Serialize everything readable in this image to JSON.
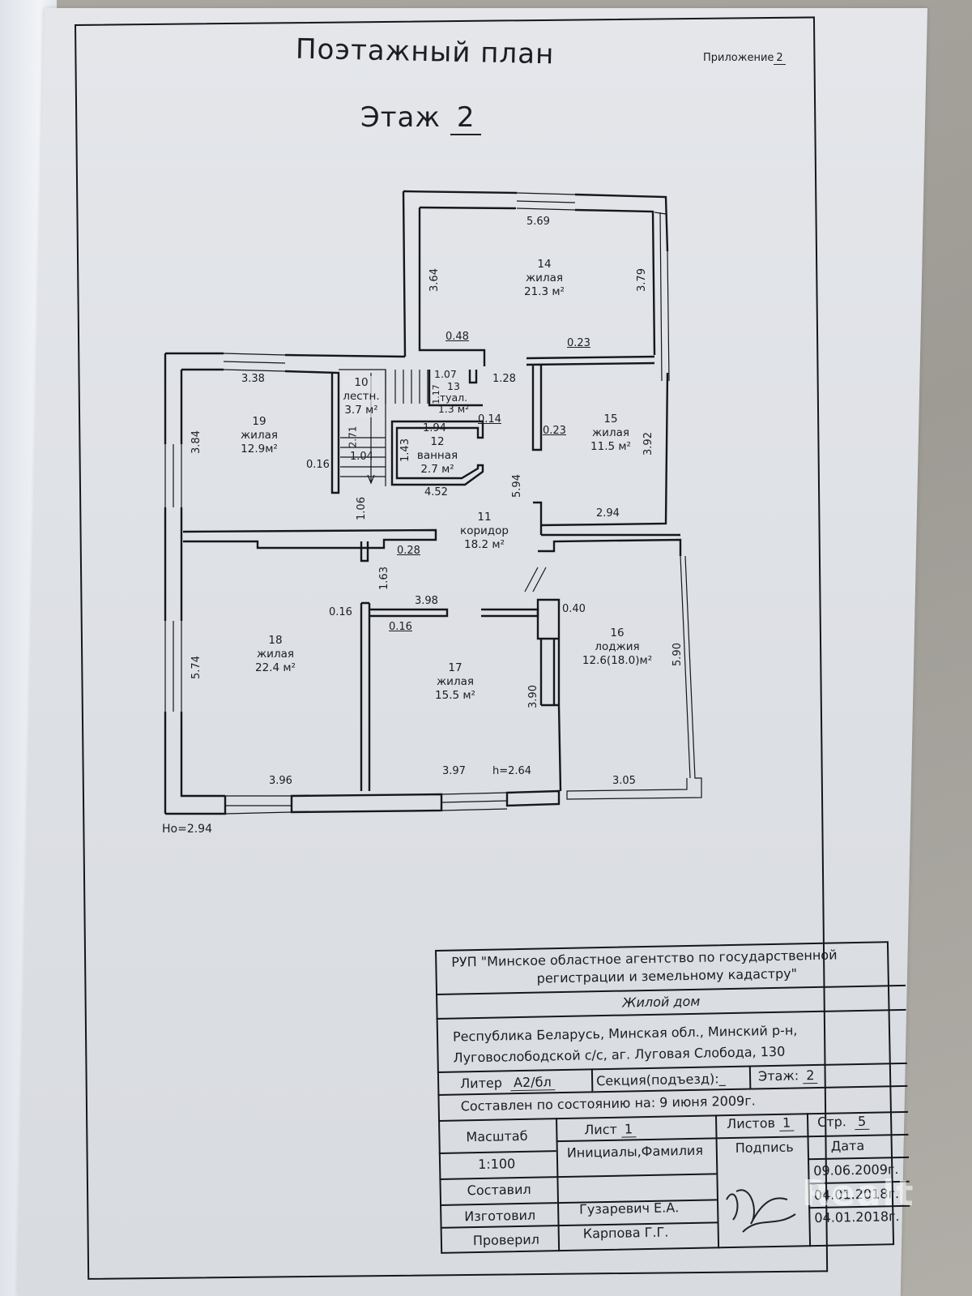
{
  "header": {
    "title": "Поэтажный план",
    "floor_label": "Этаж",
    "floor_number": "2",
    "appendix_label": "Приложение",
    "appendix_number": "2"
  },
  "plan": {
    "rooms": [
      {
        "num": "10",
        "name": "лестн.",
        "area": "3.7 м²"
      },
      {
        "num": "11",
        "name": "коридор",
        "area": "18.2 м²"
      },
      {
        "num": "12",
        "name": "ванная",
        "area": "2.7 м²"
      },
      {
        "num": "13",
        "name": "туал.",
        "area": "1.3 м²"
      },
      {
        "num": "14",
        "name": "жилая",
        "area": "21.3 м²"
      },
      {
        "num": "15",
        "name": "жилая",
        "area": "11.5 м²"
      },
      {
        "num": "16",
        "name": "лоджия",
        "area": "12.6(18.0)м²"
      },
      {
        "num": "17",
        "name": "жилая",
        "area": "15.5 м²"
      },
      {
        "num": "18",
        "name": "жилая",
        "area": "22.4 м²"
      },
      {
        "num": "19",
        "name": "жилая",
        "area": "12.9м²"
      }
    ],
    "dimensions": {
      "r14_width": "5.69",
      "r14_left": "3.64",
      "r14_right": "3.79",
      "wall_048": "0.48",
      "wall_023_top": "0.23",
      "r19_width": "3.38",
      "r19_height": "3.84",
      "wall_016_r19": "0.16",
      "stair_271": "2.71",
      "stair_104": "1.04",
      "toilet_107": "1.07",
      "toilet_117": "1.17",
      "corr_128": "1.28",
      "bath_194": "1.94",
      "bath_143": "1.43",
      "wall_014": "0.14",
      "corr_452": "4.52",
      "corr_594": "5.94",
      "corr_106": "1.06",
      "wall_023_r15": "0.23",
      "r15_height": "3.92",
      "r15_width": "2.94",
      "wall_028": "0.28",
      "corr_163": "1.63",
      "wall_016_a": "0.16",
      "wall_016_b": "0.16",
      "r17_width_top": "3.98",
      "wall_040": "0.40",
      "r18_height": "5.74",
      "r18_width": "3.96",
      "r17_width": "3.97",
      "r17_height": "3.90",
      "ceiling_h": "h=2.64",
      "r16_height": "5.90",
      "r16_width": "3.05"
    },
    "ground_height": "Hо=2.94"
  },
  "title_block": {
    "org_line1": "РУП \"Минское областное агентство по государственной",
    "org_line2": "регистрации и земельному кадастру\"",
    "object": "Жилой дом",
    "address_line1": "Республика Беларусь, Минская обл., Минский р-н,",
    "address_line2": "Луговослободской с/с, аг. Луговая Слобода, 130",
    "liter_label": "Литер",
    "liter_value": "А2/бл",
    "section_label": "Секция(подъезд):",
    "section_value": "_",
    "floor_label": "Этаж:",
    "floor_value": "2",
    "compiled_on": "Составлен по состоянию на: 9 июня 2009г.",
    "scale_label": "Масштаб",
    "scale_value": "1:100",
    "sheet_label": "Лист",
    "sheet_value": "1",
    "sheets_label": "Листов",
    "sheets_value": "1",
    "page_label": "Стр.",
    "page_value": "5",
    "col_name": "Инициалы,Фамилия",
    "col_sign": "Подпись",
    "col_date": "Дата",
    "rows": [
      {
        "role": "Составил",
        "name": "",
        "date": "09.06.2009г."
      },
      {
        "role": "Изготовил",
        "name": "Гузаревич Е.А.",
        "date": "04.01.2018г."
      },
      {
        "role": "Проверил",
        "name": "Карпова Г.Г.",
        "date": "04.01.2018г."
      }
    ]
  },
  "watermark": "Realt"
}
